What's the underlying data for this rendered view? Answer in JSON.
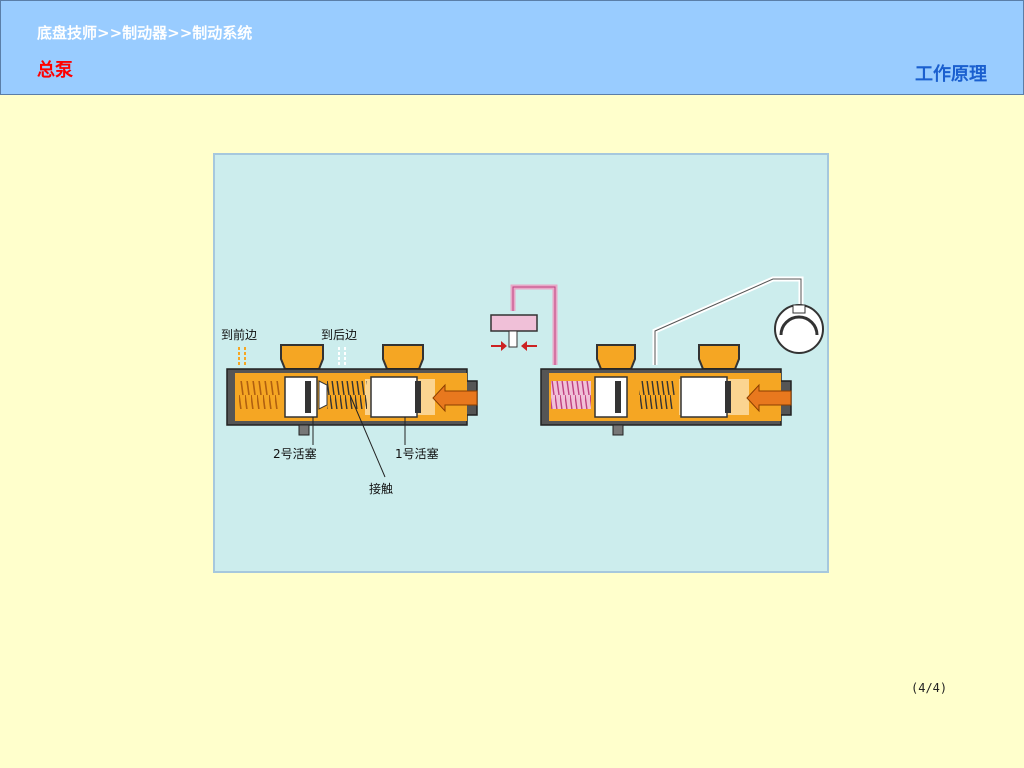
{
  "header": {
    "breadcrumb": "底盘技师>>制动器>>制动系统",
    "title": "总泵",
    "section_link": "工作原理"
  },
  "figure": {
    "labels": {
      "to_front": "到前边",
      "to_rear": "到后边",
      "piston2": "2号活塞",
      "piston1": "1号活塞",
      "contact": "接触"
    }
  },
  "pagination": {
    "label": "(4/4)"
  },
  "colors": {
    "header_bg": "#99ccff",
    "page_bg": "#ffffcc",
    "figure_bg": "#cceded",
    "fluid": "#f5a623",
    "fluid_light": "#fbd490",
    "body_gray": "#555555",
    "arrow": "#e8781e",
    "pipe_pink": "#e8a8c8"
  }
}
